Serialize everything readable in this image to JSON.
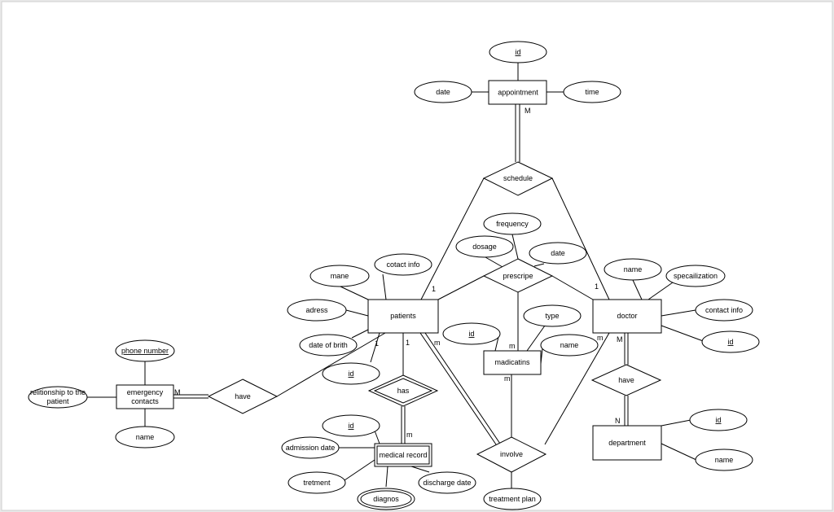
{
  "entities": {
    "appointment": "appointment",
    "patients": "patients",
    "doctor": "doctor",
    "emergency_contacts_l1": "emergency",
    "emergency_contacts_l2": "contacts",
    "medical_record": "medical record",
    "medications": "madicatins",
    "department": "department"
  },
  "relationships": {
    "schedule": "schedule",
    "prescripe": "prescripe",
    "have_patient": "have",
    "has": "has",
    "involve": "involve",
    "have_doctor": "have"
  },
  "attributes": {
    "appointment_id": "id",
    "appointment_date": "date",
    "appointment_time": "time",
    "frequency": "frequency",
    "dosage": "dosage",
    "prescription_date": "date",
    "patient_name": "mane",
    "patient_contact_info": "cotact info",
    "patient_address": "adress",
    "patient_dob": "date of brith",
    "patient_id": "id",
    "doctor_name": "name",
    "doctor_specialization": "specailization",
    "doctor_contact_info": "contact info",
    "doctor_id": "id",
    "medication_type": "type",
    "medication_id": "id",
    "medication_name": "name",
    "ec_phone_number": "phone number",
    "ec_relationship_l1": "relitionship to the",
    "ec_relationship_l2": "patient",
    "ec_name": "name",
    "mr_id": "id",
    "mr_admission_date": "admission date",
    "mr_treatment": "tretment",
    "mr_discharge_date": "discharge date",
    "mr_diagnosis": "diagnos",
    "treatment_plan": "treatment plan",
    "department_id": "id",
    "department_name": "name"
  },
  "cardinalities": {
    "appointment_schedule": "M",
    "patients_schedule": "1",
    "doctor_schedule": "1",
    "patients_have": "1",
    "ec_have": "M",
    "patients_has": "1",
    "mr_has": "m",
    "patients_involve": "m",
    "medications_prescripe": "m",
    "medications_involve": "m",
    "doctor_involve": "m",
    "doctor_have": "M",
    "department_have": "N"
  }
}
